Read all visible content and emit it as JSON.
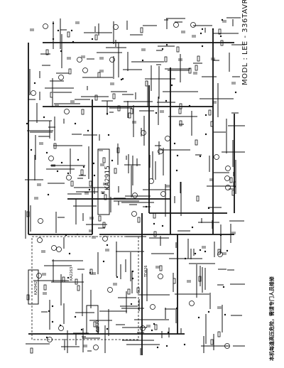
{
  "model_label": "MODL : LEE - 336TAVR",
  "ic_labels": {
    "main": "KA2915",
    "sub1": "KA2942",
    "sub2": "KA2263",
    "sub3": "LA4430",
    "sub4": "TDA26"
  },
  "bottom_note": "本机每逢高压危险，需请专门人员维修",
  "colors": {
    "ink": "#111111",
    "paper": "#ffffff"
  }
}
